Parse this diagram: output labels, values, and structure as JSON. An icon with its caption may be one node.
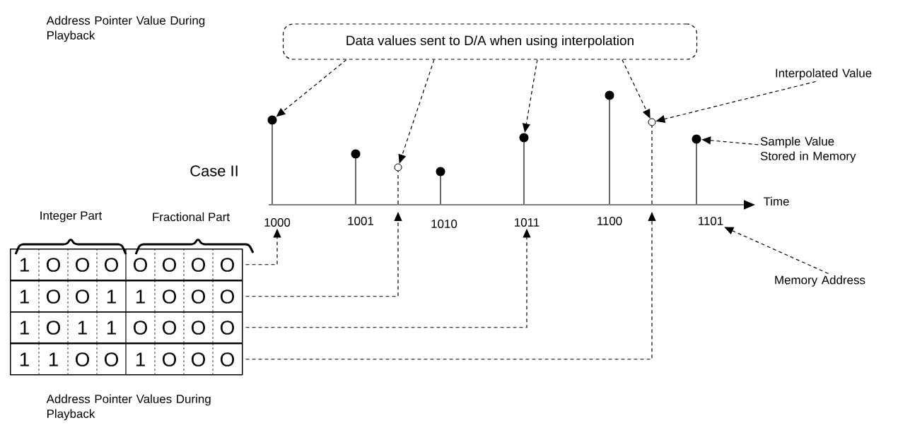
{
  "diagram": {
    "nodes": [
      {
        "text": [
          "Data values sent to D/A when using interpolation"
        ]
      },
      {
        "text": [
          "Interpolated Value"
        ]
      },
      {
        "text": [
          "Sample Value Stored in Memory"
        ]
      },
      {
        "text": [],
        "shape": "circle"
      },
      {
        "text": [],
        "shape": "circle"
      },
      {
        "text": [],
        "shape": "circle"
      },
      {
        "text": [],
        "shape": "circle"
      },
      {
        "text": [],
        "shape": "circle"
      },
      {
        "text": [],
        "shape": "circle"
      },
      {
        "text": [],
        "shape": "circle"
      },
      {
        "text": [],
        "shape": "circle"
      },
      {
        "text": [
          "1000"
        ]
      },
      {
        "text": [
          "1001"
        ]
      },
      {
        "text": [
          "1010"
        ]
      },
      {
        "text": [
          "1011"
        ]
      },
      {
        "text": [
          "1100"
        ]
      },
      {
        "text": [
          "1101"
        ]
      },
      {
        "text": [
          "Memory Address"
        ]
      },
      {
        "text": [
          "1",
          "O",
          "O",
          "O",
          "O",
          "O",
          "O",
          "O"
        ]
      },
      {
        "text": [
          "1",
          "O",
          "O",
          "1",
          "1",
          "O",
          "O",
          "O"
        ]
      },
      {
        "text": [
          "1",
          "O",
          "1",
          "1",
          "O",
          "O",
          "O",
          "O"
        ]
      },
      {
        "text": [
          "1",
          "1",
          "O",
          "O",
          "1",
          "O",
          "O",
          "O"
        ]
      }
    ],
    "edges": [
      {
        "from": 0,
        "to": 3,
        "arrow": "to",
        "style": "dashed"
      },
      {
        "from": 0,
        "to": 5,
        "arrow": "to",
        "style": "dashed"
      },
      {
        "from": 0,
        "to": 7,
        "arrow": "to",
        "style": "dashed"
      },
      {
        "from": 0,
        "to": 9,
        "arrow": "to",
        "style": "dashed"
      },
      {
        "from": 1,
        "to": 9,
        "arrow": "to",
        "style": "dashed"
      },
      {
        "from": 2,
        "to": 10,
        "arrow": "to",
        "style": "dashed"
      },
      {
        "from": 17,
        "to": 16,
        "arrow": "to",
        "style": "dashed"
      },
      {
        "from": 18,
        "to": 11,
        "arrow": "to",
        "style": "dashed"
      },
      {
        "from": 19,
        "to": 5,
        "arrow": "to",
        "style": "dashed"
      },
      {
        "from": 20,
        "to": 14,
        "arrow": "to",
        "style": "dashed"
      },
      {
        "from": 21,
        "to": 9,
        "arrow": "to",
        "style": "dashed"
      }
    ],
    "labels": [
      "Address Pointer Value During Playback",
      "Case II",
      "Time",
      "Integer Part",
      "Fractional Part",
      "Address Pointer Values During Playback"
    ]
  }
}
